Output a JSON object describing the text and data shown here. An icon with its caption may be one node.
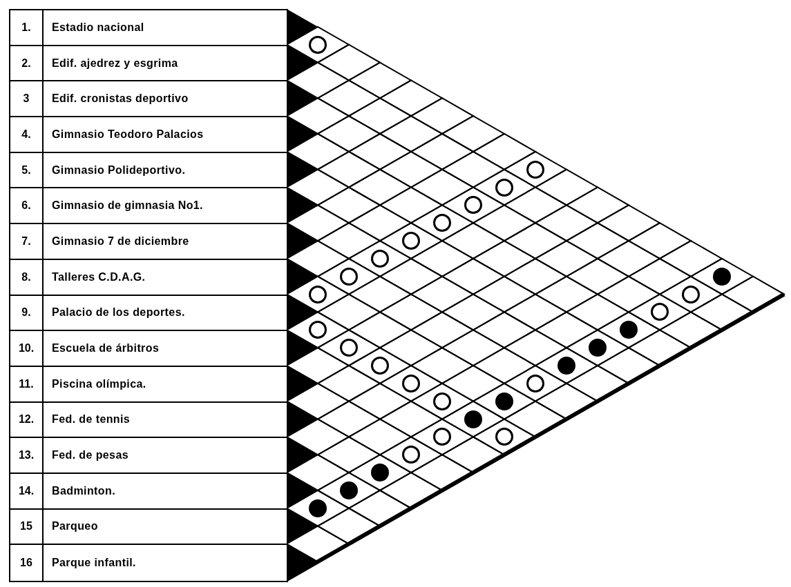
{
  "diagram": {
    "nodes": [
      {
        "text": [
          "1.",
          "Estadio nacional"
        ]
      },
      {
        "text": [
          "2.",
          "Edif. ajedrez y esgrima"
        ]
      },
      {
        "text": [
          "3",
          "Edif. cronistas deportivo"
        ]
      },
      {
        "text": [
          "4.",
          "Gimnasio Teodoro Palacios"
        ]
      },
      {
        "text": [
          "5.",
          "Gimnasio Polideportivo."
        ]
      },
      {
        "text": [
          "6.",
          "Gimnasio de gimnasia No1."
        ]
      },
      {
        "text": [
          "7.",
          "Gimnasio 7 de diciembre"
        ]
      },
      {
        "text": [
          "8.",
          "Talleres C.D.A.G."
        ]
      },
      {
        "text": [
          "9.",
          "Palacio de los deportes."
        ]
      },
      {
        "text": [
          "10.",
          "Escuela de árbitros"
        ]
      },
      {
        "text": [
          "11.",
          "Piscina olímpica."
        ]
      },
      {
        "text": [
          "12.",
          "Fed. de tennis"
        ]
      },
      {
        "text": [
          "13.",
          "Fed. de pesas"
        ]
      },
      {
        "text": [
          "14.",
          "Badminton."
        ]
      },
      {
        "text": [
          "15",
          "Parqueo"
        ]
      },
      {
        "text": [
          "16",
          "Parque infantil."
        ]
      },
      {
        "text": [],
        "shape": "circle"
      },
      {
        "text": [],
        "shape": "circle"
      },
      {
        "text": [],
        "shape": "circle"
      },
      {
        "text": [],
        "shape": "circle"
      },
      {
        "text": [],
        "shape": "circle"
      },
      {
        "text": [],
        "shape": "circle"
      },
      {
        "text": [],
        "shape": "circle"
      },
      {
        "text": [],
        "shape": "circle"
      },
      {
        "text": [],
        "shape": "dot"
      },
      {
        "text": [],
        "shape": "circle"
      },
      {
        "text": [],
        "shape": "circle"
      },
      {
        "text": [],
        "shape": "circle"
      },
      {
        "text": [],
        "shape": "circle"
      },
      {
        "text": [],
        "shape": "dot"
      },
      {
        "text": [],
        "shape": "circle"
      },
      {
        "text": [],
        "shape": "dot"
      },
      {
        "text": [],
        "shape": "circle"
      },
      {
        "text": [],
        "shape": "dot"
      },
      {
        "text": [],
        "shape": "circle"
      },
      {
        "text": [],
        "shape": "circle"
      },
      {
        "text": [],
        "shape": "circle"
      },
      {
        "text": [],
        "shape": "dot"
      },
      {
        "text": [],
        "shape": "dot"
      },
      {
        "text": [],
        "shape": "circle"
      },
      {
        "text": [],
        "shape": "circle"
      },
      {
        "text": [],
        "shape": "circle"
      },
      {
        "text": [],
        "shape": "dot"
      },
      {
        "text": [],
        "shape": "dot"
      },
      {
        "text": [],
        "shape": "dot"
      }
    ]
  }
}
